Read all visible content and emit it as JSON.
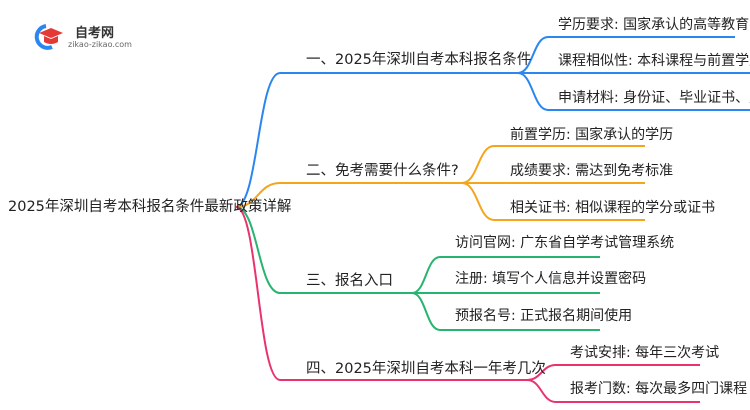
{
  "logo": {
    "name": "自考网",
    "url": "zikao-zikao.com"
  },
  "root": "2025年深圳自考本科报名条件最新政策详解",
  "colors": {
    "blue": "#2b86f0",
    "orange": "#f4a51c",
    "green": "#27b46e",
    "pink": "#e8336d"
  },
  "branches": [
    {
      "label": "一、2025年深圳自考本科报名条件",
      "leaves": [
        "学历要求: 国家承认的高等教育学历",
        "课程相似性: 本科课程与前置学历一致",
        "申请材料: 身份证、毕业证书、成绩单"
      ]
    },
    {
      "label": "二、免考需要什么条件?",
      "leaves": [
        "前置学历: 国家承认的学历",
        "成绩要求: 需达到免考标准",
        "相关证书: 相似课程的学分或证书"
      ]
    },
    {
      "label": "三、报名入口",
      "leaves": [
        "访问官网: 广东省自学考试管理系统",
        "注册: 填写个人信息并设置密码",
        "预报名号: 正式报名期间使用"
      ]
    },
    {
      "label": "四、2025年深圳自考本科一年考几次",
      "leaves": [
        "考试安排: 每年三次考试",
        "报考门数: 每次最多四门课程"
      ]
    }
  ]
}
